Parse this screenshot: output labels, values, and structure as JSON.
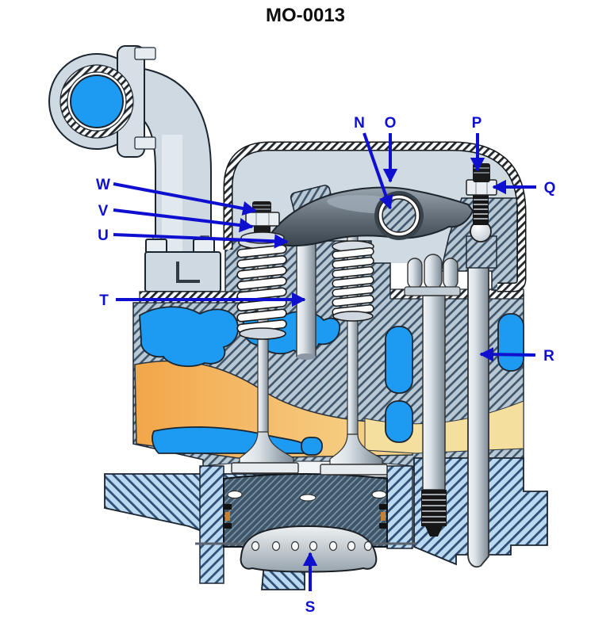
{
  "title": "MO-0013",
  "diagram": {
    "type": "engine-cylinder-cross-section",
    "callout_letters": [
      "N",
      "O",
      "P",
      "Q",
      "R",
      "S",
      "T",
      "U",
      "V",
      "W"
    ]
  },
  "labels": {
    "n": {
      "letter": "N"
    },
    "o": {
      "letter": "O"
    },
    "p": {
      "letter": "P"
    },
    "q": {
      "letter": "Q"
    },
    "r": {
      "letter": "R"
    },
    "s": {
      "letter": "S"
    },
    "t": {
      "letter": "T"
    },
    "u": {
      "letter": "U"
    },
    "v": {
      "letter": "V"
    },
    "w": {
      "letter": "W"
    }
  },
  "colors": {
    "callout_blue": "#0f10cf",
    "coolant_blue": "#1d9bf2",
    "port_orange": "#f2a649",
    "metal_light": "#cfd9e2",
    "hatch_steel": "#b8c8d4",
    "hatch_light_blue": "#bcd9f2",
    "piston_dark": "#3f5668"
  }
}
